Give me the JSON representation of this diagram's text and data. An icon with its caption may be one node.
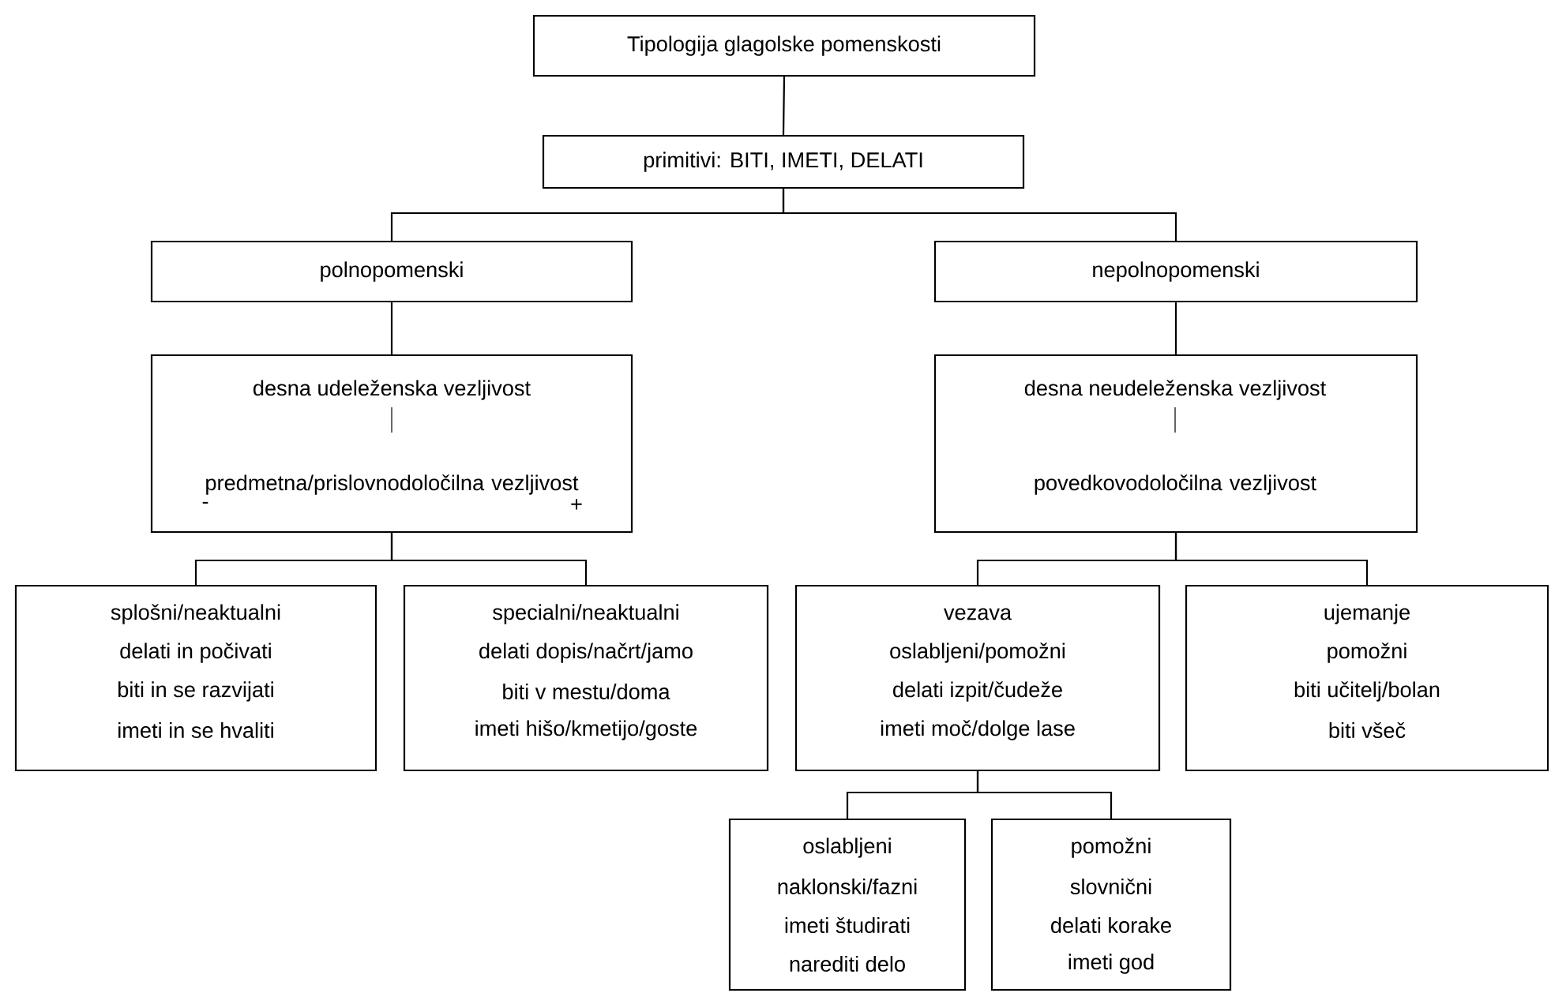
{
  "diagram": {
    "nodes": [
      {
        "text": [
          "Tipologija glagolske pomenskosti"
        ]
      },
      {
        "text": [
          "primitivi: BITI, IMETI, DELATI"
        ]
      },
      {
        "text": [
          "polnopomenski"
        ]
      },
      {
        "text": [
          "nepolnopomenski"
        ]
      },
      {
        "text": [
          "desna udeleženska vezljivost",
          "predmetna/prislovnodoločilna vezljivost",
          "-",
          "+"
        ]
      },
      {
        "text": [
          "desna neudeleženska vezljivost",
          "povedkovodoločilna vezljivost"
        ]
      },
      {
        "text": [
          "splošni/neaktualni",
          "delati in počivati",
          "biti in se razvijati",
          "imeti in se hvaliti"
        ]
      },
      {
        "text": [
          "specialni/neaktualni",
          "delati dopis/načrt/jamo",
          "biti v mestu/doma",
          "imeti hišo/kmetijo/goste"
        ]
      },
      {
        "text": [
          "vezava",
          "oslabljeni/pomožni",
          "delati izpit/čudeže",
          "imeti moč/dolge lase"
        ]
      },
      {
        "text": [
          "ujemanje",
          "pomožni",
          "biti učitelj/bolan",
          "biti všeč"
        ]
      },
      {
        "text": [
          "oslabljeni",
          "naklonski/fazni",
          "imeti študirati",
          "narediti delo"
        ]
      },
      {
        "text": [
          "pomožni",
          "slovnični",
          "delati korake",
          "imeti god"
        ]
      }
    ],
    "edges": [
      {
        "from": 0,
        "to": 1,
        "arrow": "none"
      },
      {
        "from": 1,
        "to": 2,
        "arrow": "none"
      },
      {
        "from": 1,
        "to": 3,
        "arrow": "none"
      },
      {
        "from": 2,
        "to": 4,
        "arrow": "none"
      },
      {
        "from": 3,
        "to": 5,
        "arrow": "none"
      },
      {
        "from": 4,
        "to": 6,
        "arrow": "none"
      },
      {
        "from": 4,
        "to": 7,
        "arrow": "none"
      },
      {
        "from": 5,
        "to": 8,
        "arrow": "none"
      },
      {
        "from": 5,
        "to": 9,
        "arrow": "none"
      },
      {
        "from": 8,
        "to": 10,
        "arrow": "none"
      },
      {
        "from": 8,
        "to": 11,
        "arrow": "none"
      }
    ]
  }
}
